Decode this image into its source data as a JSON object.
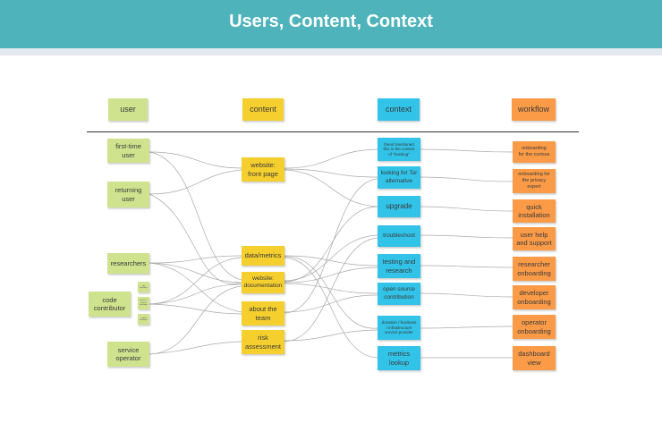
{
  "title": "Users, Content, Context",
  "colors": {
    "header": "#4eb3bb",
    "user": "#cfe28d",
    "content": "#f5cf2d",
    "context": "#31c3e8",
    "workflow": "#fb9b47"
  },
  "headings": {
    "user": "user",
    "content": "content",
    "context": "context",
    "workflow": "workflow"
  },
  "users": {
    "first_time": "first-time\nuser",
    "returning": "returning\nuser",
    "researchers": "researchers",
    "code_contributor": "code\ncontributor",
    "service_operator": "service\noperator",
    "mini_notes": [
      "app developer",
      "browser / network developer",
      "support developer"
    ]
  },
  "content": {
    "front_page": "website:\nfront page",
    "data_metrics": "data/metrics",
    "documentation": "website:\ndocumentation",
    "about_team": "about the\nteam",
    "risk": "risk\nassessment"
  },
  "context": {
    "friend": "friend mentioned\nthis in the context\nof “hacking”",
    "looking": "looking for Tor\nalternative",
    "upgrade": "upgrade",
    "troubleshoot": "troubleshoot",
    "testing": "testing and\nresearch",
    "open_source": "open source\ncontribution",
    "donation": "donation / business\n/ infrastructure\nservice provider",
    "metrics_lookup": "metrics\nlookup"
  },
  "workflow": {
    "onboarding_curious": "onboarding\nfor the curious",
    "onboarding_privacy": "onboarding for\nthe privacy\nexpert",
    "quick_install": "quick\ninstallation",
    "user_help": "user help\nand support",
    "researcher_onboarding": "researcher\nonboarding",
    "developer_onboarding": "developer\nonboarding",
    "operator_onboarding": "operator\nonboarding",
    "dashboard": "dashboard\nview"
  }
}
